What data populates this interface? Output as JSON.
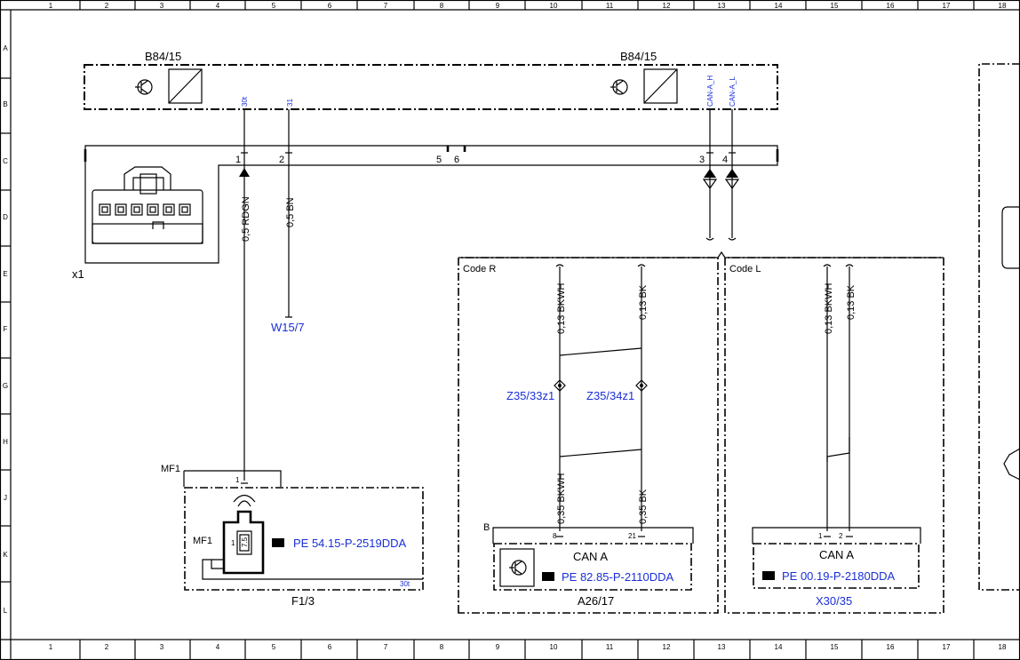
{
  "grid": {
    "columns": [
      "1",
      "2",
      "3",
      "4",
      "5",
      "6",
      "7",
      "8",
      "9",
      "10",
      "11",
      "12",
      "13",
      "14",
      "15",
      "16",
      "17",
      "18"
    ],
    "rows": [
      "A",
      "B",
      "C",
      "D",
      "E",
      "F",
      "G",
      "H",
      "J",
      "K",
      "L"
    ]
  },
  "components": {
    "b84_left": "B84/15",
    "b84_right": "B84/15",
    "x1": "x1",
    "w15_7": "W15/7",
    "mf1_top": "MF1",
    "mf1_inner": "MF1",
    "f1_3": "F1/3",
    "a26_17": "A26/17",
    "x30_35": "X30/35",
    "b_label": "B"
  },
  "pins": {
    "p30t": "30t",
    "p31": "31",
    "can_h": "CAN-A_H",
    "can_l": "CAN-A_L",
    "c1": "1",
    "c2": "2",
    "c5": "5",
    "c6": "6",
    "c3": "3",
    "c4": "4",
    "mf1_1": "1",
    "b8": "8",
    "b21": "21",
    "x1p": "1",
    "x2p": "2",
    "f_30t": "30t",
    "fuse": "7.5",
    "fuse_1": "1"
  },
  "wires": {
    "w_rdgn": "0,5 RDGN",
    "w_bn": "0,5 BN",
    "r_bkwh_top": "0,13 BKWH",
    "r_bk_top": "0,13 BK",
    "r_bkwh_bot": "0,35 BKWH",
    "r_bk_bot": "0,35 BK",
    "l_bkwh": "0,13 BKWH",
    "l_bk": "0,13 BK"
  },
  "codes": {
    "code_r": "Code R",
    "code_l": "Code L"
  },
  "splices": {
    "z33": "Z35/33z1",
    "z34": "Z35/34z1"
  },
  "bus": {
    "can_a_1": "CAN A",
    "can_a_2": "CAN A"
  },
  "references": {
    "pe_f1": "PE 54.15-P-2519DDA",
    "pe_a26": "PE 82.85-P-2110DDA",
    "pe_x30": "PE 00.19-P-2180DDA"
  },
  "colors": {
    "link_blue": "#1a2fd6",
    "line": "#000000"
  }
}
